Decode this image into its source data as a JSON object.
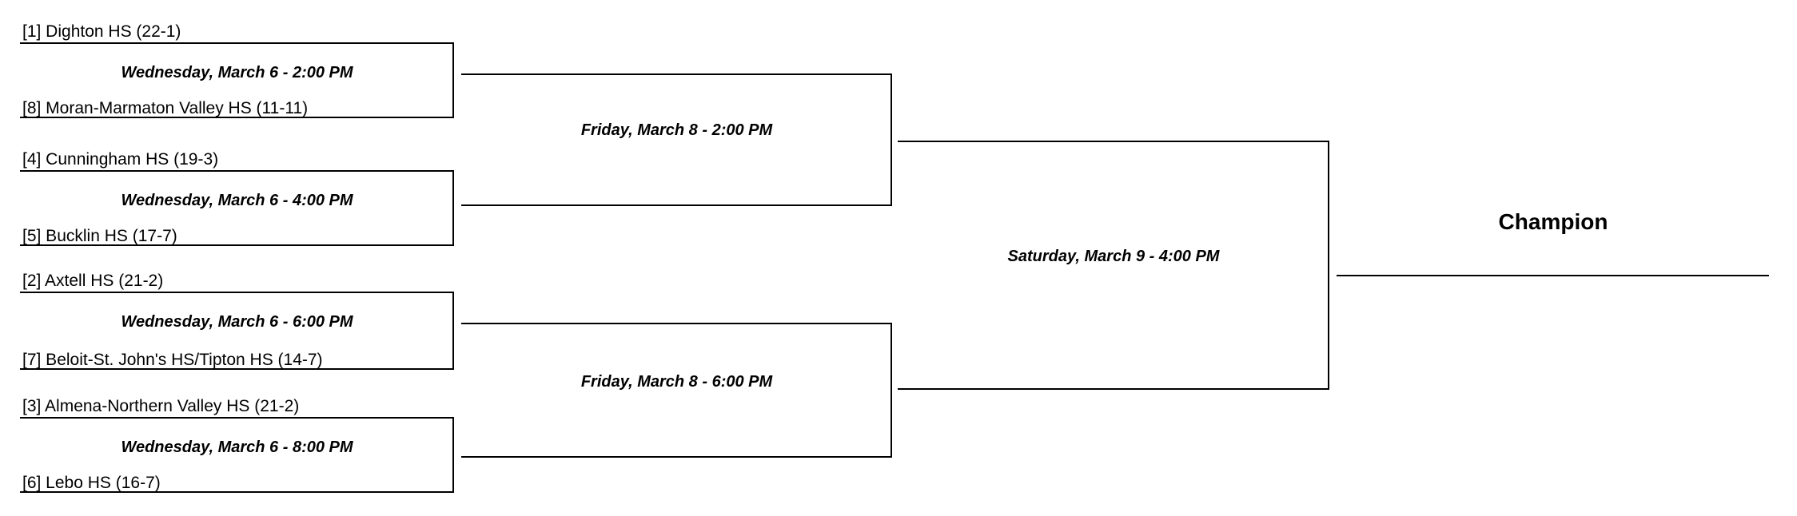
{
  "page": {
    "background_color": "#ffffff",
    "line_color": "#000000",
    "text_color": "#000000"
  },
  "bracket": {
    "round1": [
      {
        "top_team": "[1] Dighton HS (22-1)",
        "bottom_team": "[8] Moran-Marmaton Valley HS (11-11)",
        "schedule": "Wednesday, March 6 - 2:00 PM"
      },
      {
        "top_team": "[4] Cunningham HS (19-3)",
        "bottom_team": "[5] Bucklin HS (17-7)",
        "schedule": "Wednesday, March 6 - 4:00 PM"
      },
      {
        "top_team": "[2] Axtell HS (21-2)",
        "bottom_team": "[7] Beloit-St. John's HS/Tipton HS (14-7)",
        "schedule": "Wednesday, March 6 - 6:00 PM"
      },
      {
        "top_team": "[3] Almena-Northern Valley HS (21-2)",
        "bottom_team": "[6] Lebo HS (16-7)",
        "schedule": "Wednesday, March 6 - 8:00 PM"
      }
    ],
    "semifinals": [
      {
        "schedule": "Friday, March 8 - 2:00 PM"
      },
      {
        "schedule": "Friday, March 8 - 6:00 PM"
      }
    ],
    "final": {
      "schedule": "Saturday, March 9 - 4:00 PM"
    },
    "champion_label": "Champion"
  }
}
